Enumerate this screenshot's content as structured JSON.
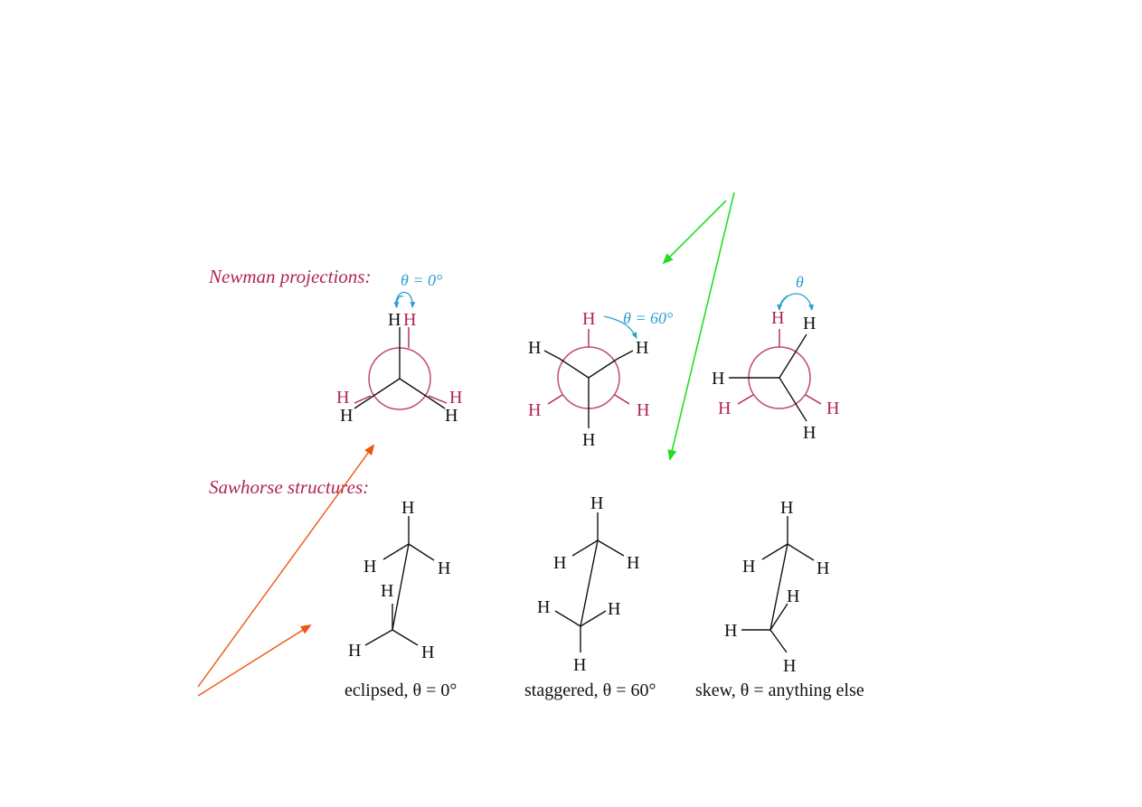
{
  "colors": {
    "magenta": "#b0245a",
    "ring": "#c04a78",
    "black": "#111111",
    "angle_blue": "#2a9fd0",
    "green_arrow": "#22dd22",
    "orange_arrow": "#ee5511"
  },
  "sections": {
    "newman": "Newman projections:",
    "sawhorse": "Sawhorse structures:"
  },
  "atom": "H",
  "angles": {
    "eclipsed": "θ = 0°",
    "staggered": "θ = 60°",
    "skew": "θ"
  },
  "captions": {
    "eclipsed": "eclipsed, θ = 0°",
    "staggered": "staggered, θ = 60°",
    "skew": "skew, θ = anything else"
  }
}
